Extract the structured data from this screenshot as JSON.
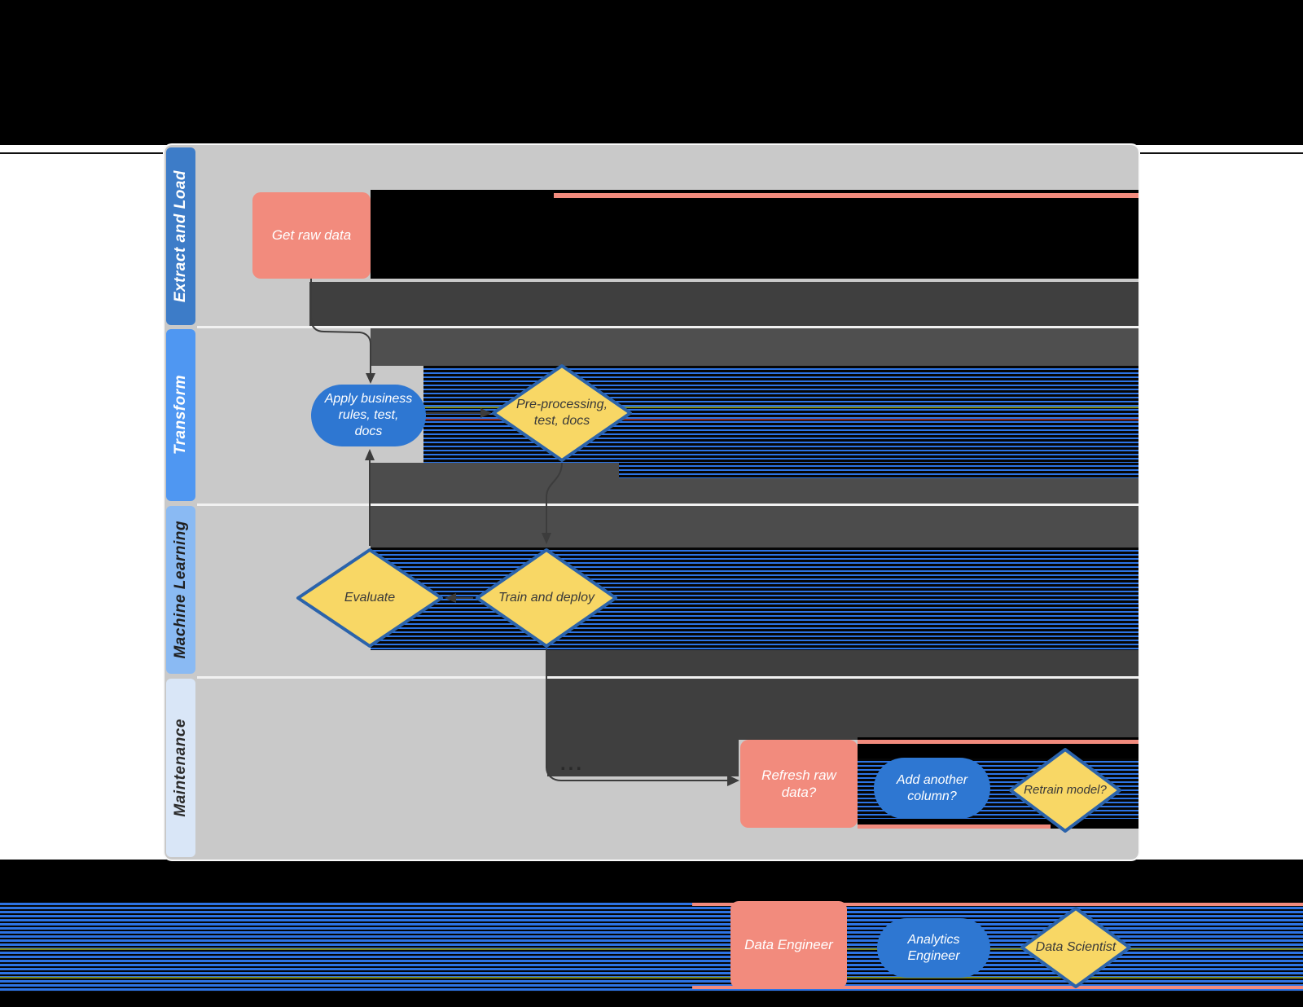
{
  "lanes": [
    {
      "label": "Extract and Load",
      "header_color": "#3d7cc8",
      "label_color": "#ffffff"
    },
    {
      "label": "Transform",
      "header_color": "#4f97f2",
      "label_color": "#ffffff"
    },
    {
      "label": "Machine Learning",
      "header_color": "#8abaf3",
      "label_color": "#1f1f1f"
    },
    {
      "label": "Maintenance",
      "header_color": "#d9e6f7",
      "label_color": "#2b2b2b"
    }
  ],
  "nodes": [
    {
      "id": "get-raw-data",
      "shape": "rect",
      "label": "Get raw data"
    },
    {
      "id": "apply-business-rules",
      "shape": "stadium",
      "label": "Apply business\nrules, test,\ndocs"
    },
    {
      "id": "pre-processing",
      "shape": "diamond",
      "label": "Pre-processing,\ntest, docs"
    },
    {
      "id": "evaluate",
      "shape": "diamond",
      "label": "Evaluate"
    },
    {
      "id": "train-and-deploy",
      "shape": "diamond",
      "label": "Train and deploy"
    },
    {
      "id": "refresh-raw-data",
      "shape": "rect",
      "label": "Refresh raw\ndata?"
    },
    {
      "id": "add-another-column",
      "shape": "stadium",
      "label": "Add another\ncolumn?"
    },
    {
      "id": "retrain-model",
      "shape": "diamond",
      "label": "Retrain model?"
    }
  ],
  "legend": [
    {
      "id": "data-engineer",
      "shape": "rect",
      "label": "Data Engineer"
    },
    {
      "id": "analytics-engineer",
      "shape": "stadium",
      "label": "Analytics\nEngineer"
    },
    {
      "id": "data-scientist",
      "shape": "diamond",
      "label": "Data Scientist"
    }
  ],
  "connector_label": "...",
  "colors": {
    "rect_fill": "#f28b7d",
    "stadium_fill": "#2e77d2",
    "diamond_fill": "#f8d765",
    "diamond_border": "#2b63ab",
    "connector": "#3c3c3c",
    "canvas_gray": "#c9c9c9",
    "stripe_blue": "#2d74e4"
  }
}
